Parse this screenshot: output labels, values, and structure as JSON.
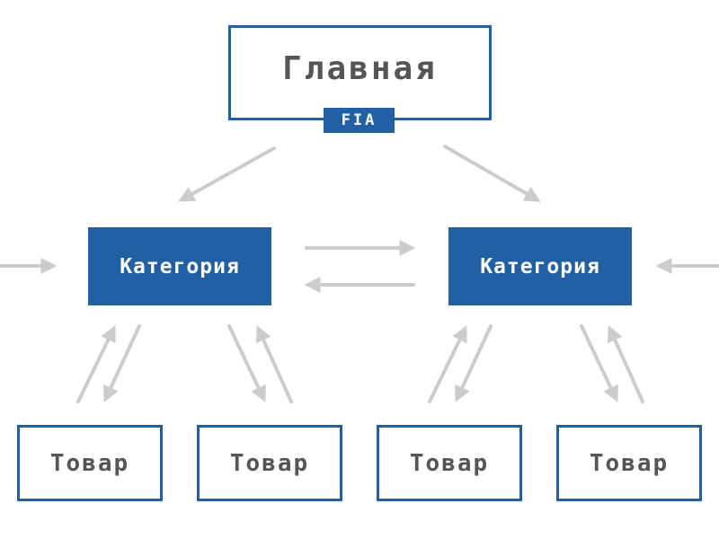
{
  "colors": {
    "accent": "#2160a3",
    "arrow": "#cccccc",
    "text": "#555555"
  },
  "home": {
    "label": "Главная",
    "badge": "FIA"
  },
  "categories": [
    {
      "label": "Категория"
    },
    {
      "label": "Категория"
    }
  ],
  "products": [
    {
      "label": "Товар"
    },
    {
      "label": "Товар"
    },
    {
      "label": "Товар"
    },
    {
      "label": "Товар"
    }
  ]
}
